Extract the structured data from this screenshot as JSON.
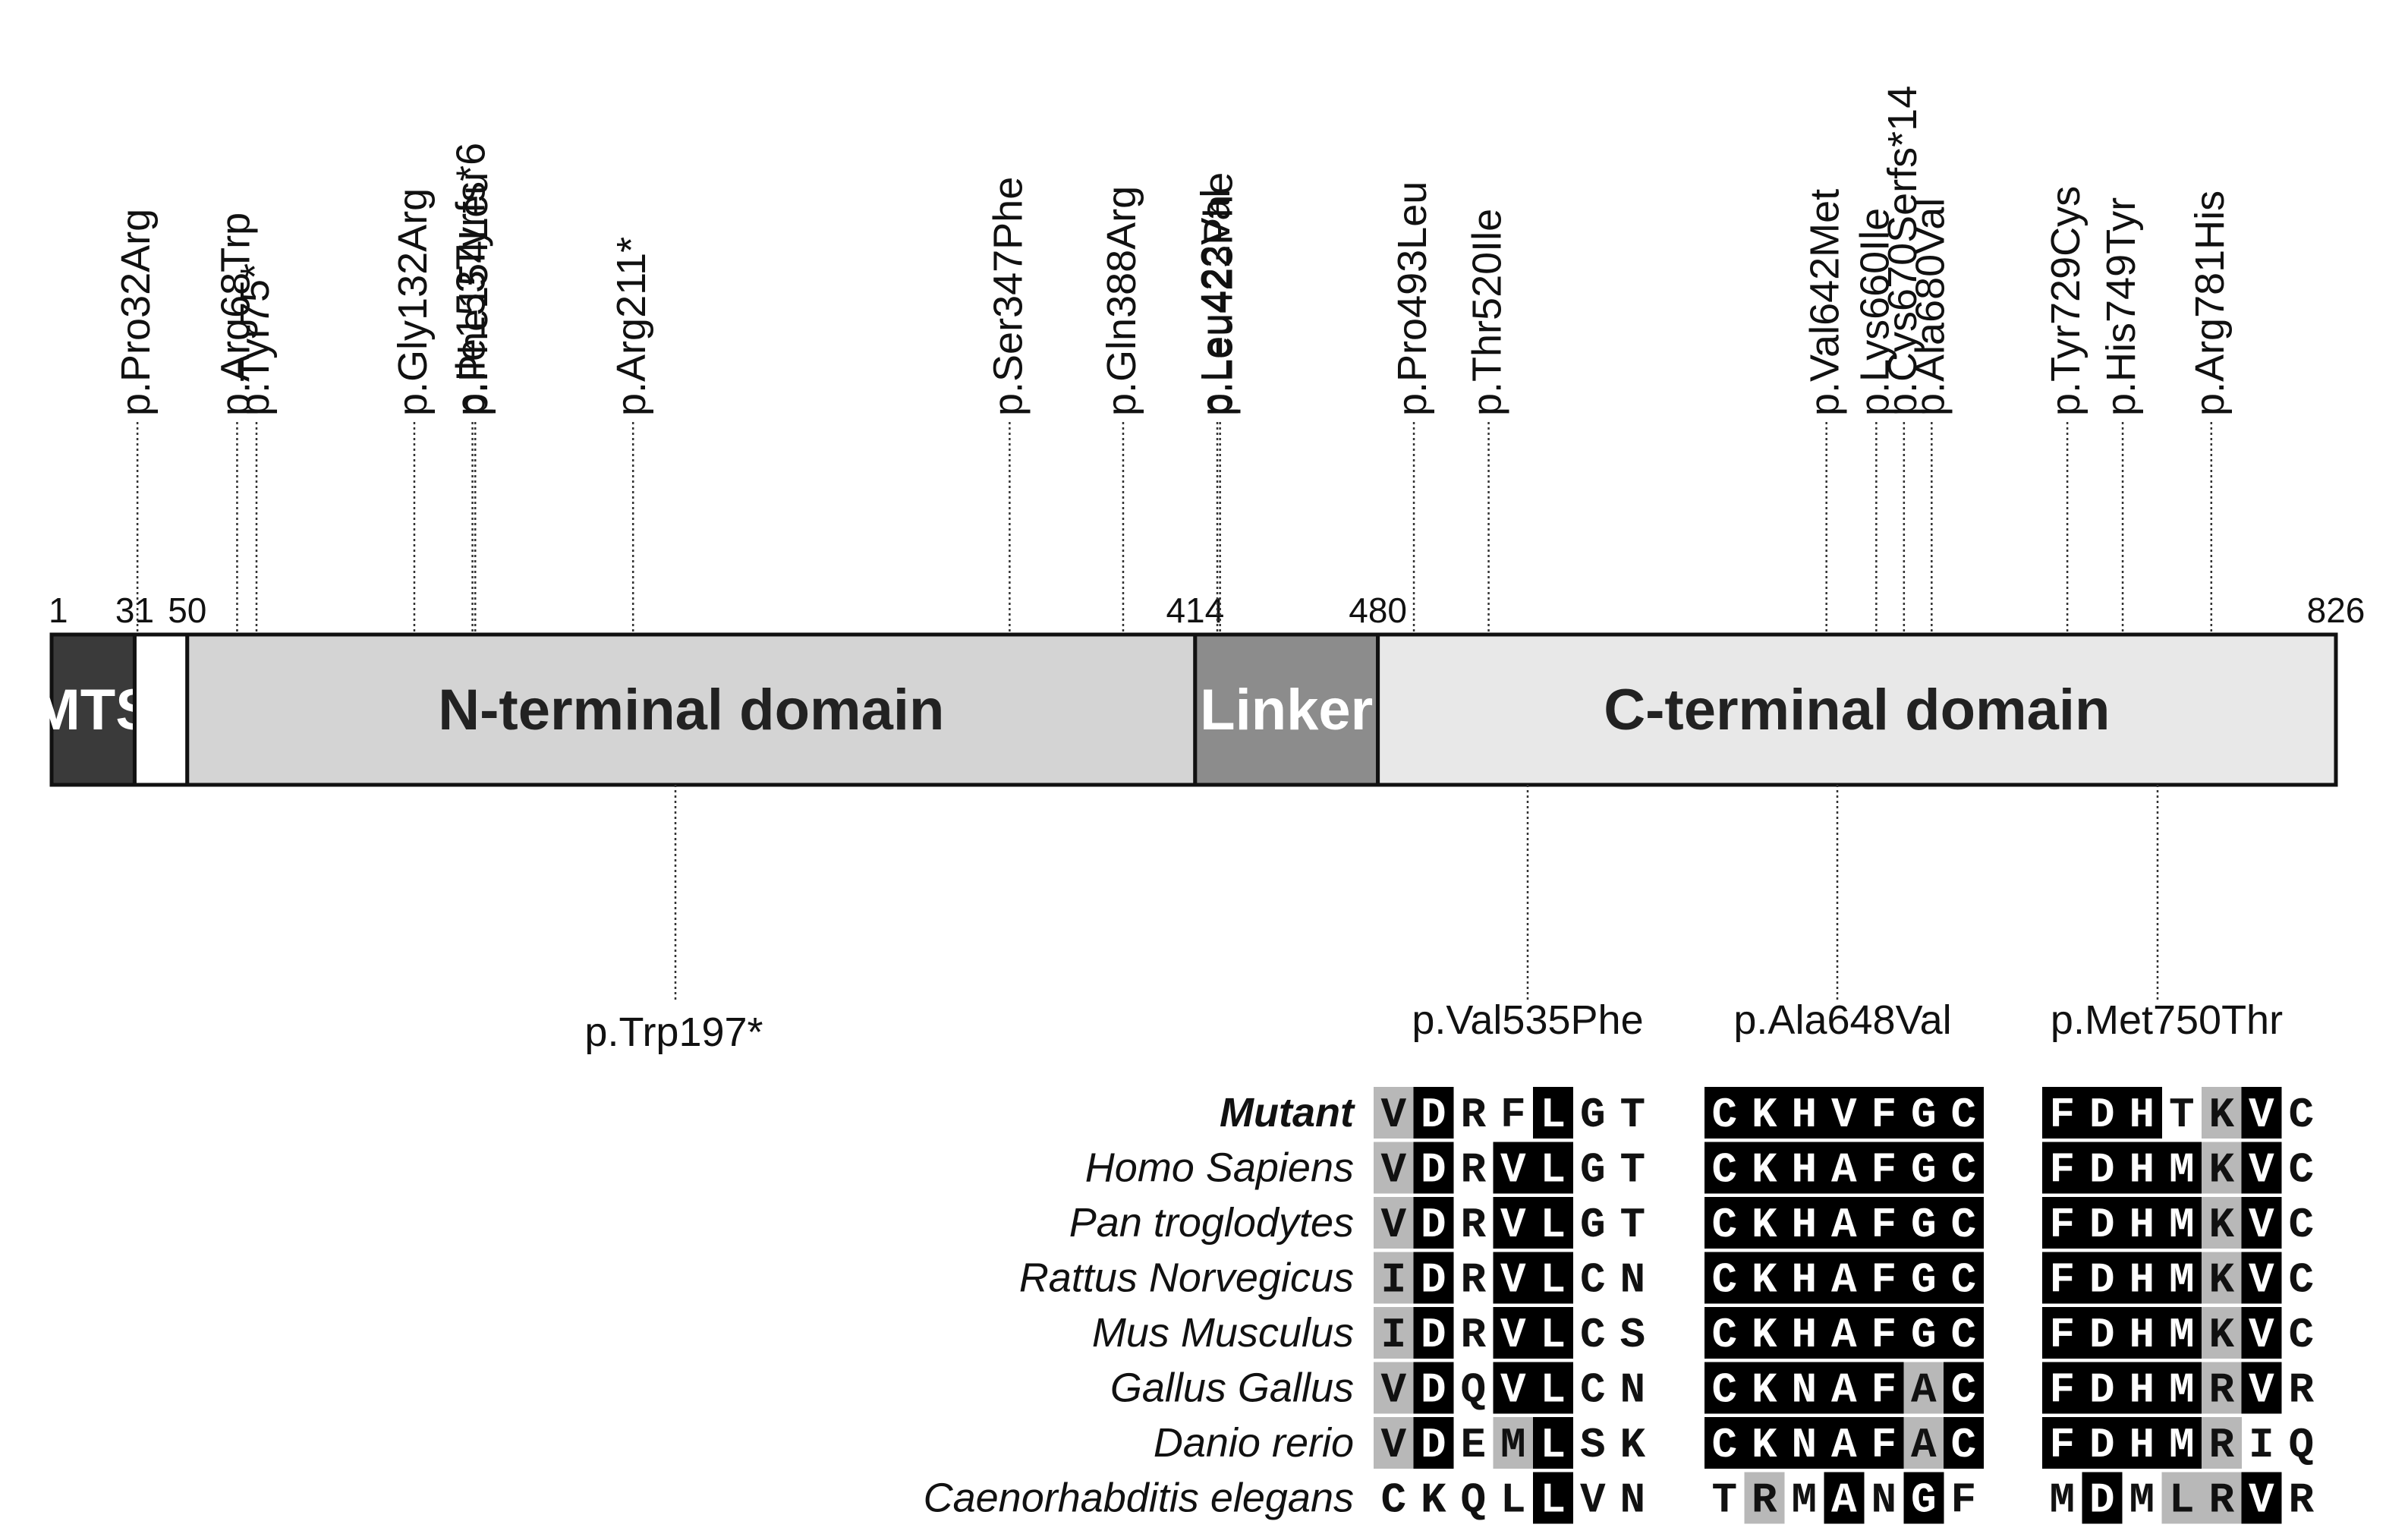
{
  "protein": {
    "length_label": "826",
    "start_label": "1",
    "domains": [
      {
        "id": "mts",
        "label": "MTS",
        "start": 1,
        "end": 31,
        "fill": "#3a3a3a",
        "text_color": "#ffffff"
      },
      {
        "id": "gap",
        "label": "",
        "start": 31,
        "end": 50,
        "fill": "#ffffff",
        "text_color": "#000000"
      },
      {
        "id": "nterm",
        "label": "N-terminal domain",
        "start": 50,
        "end": 414,
        "fill": "#d4d4d4",
        "text_color": "#222222"
      },
      {
        "id": "linker",
        "label": "Linker",
        "start": 414,
        "end": 480,
        "fill": "#8c8c8c",
        "text_color": "#ffffff"
      },
      {
        "id": "cterm",
        "label": "C-terminal domain",
        "start": 480,
        "end": 826,
        "fill": "#e8e8e8",
        "text_color": "#222222"
      }
    ],
    "boundary_labels": [
      {
        "pos": 1,
        "label": "1"
      },
      {
        "pos": 31,
        "label": "31"
      },
      {
        "pos": 50,
        "label": "50"
      },
      {
        "pos": 414,
        "label": "414"
      },
      {
        "pos": 480,
        "label": "480"
      },
      {
        "pos": 826,
        "label": "826"
      }
    ]
  },
  "mutations_top": [
    {
      "pos": 32,
      "label": "p.Pro32Arg"
    },
    {
      "pos": 68,
      "label": "p.Arg68Trp"
    },
    {
      "pos": 75,
      "label": "p.Tyr75*"
    },
    {
      "pos": 132,
      "label": "p.Gly132Arg"
    },
    {
      "pos": 153,
      "label": "p.Ile153Tyrfs*6"
    },
    {
      "pos": 154,
      "label": "p.Phe154Leu"
    },
    {
      "pos": 211,
      "label": "p.Arg211*"
    },
    {
      "pos": 347,
      "label": "p.Ser347Phe"
    },
    {
      "pos": 388,
      "label": "p.Gln388Arg"
    },
    {
      "pos": 422,
      "label": "p.Leu422Val"
    },
    {
      "pos": 423,
      "label": "p.Leu423Phe"
    },
    {
      "pos": 493,
      "label": "p.Pro493Leu"
    },
    {
      "pos": 520,
      "label": "p.Thr520Ile"
    },
    {
      "pos": 642,
      "label": "p.Val642Met"
    },
    {
      "pos": 660,
      "label": "p.Lys660Ile"
    },
    {
      "pos": 670,
      "label": "p.Cys670Serfs*14"
    },
    {
      "pos": 680,
      "label": "p.Ala680Val"
    },
    {
      "pos": 729,
      "label": "p.Tyr729Cys"
    },
    {
      "pos": 749,
      "label": "p.His749Tyr"
    },
    {
      "pos": 781,
      "label": "p.Arg781His"
    }
  ],
  "mutations_bottom": [
    {
      "pos": 197,
      "label": "p.Trp197*"
    },
    {
      "pos": 535,
      "label": "p.Val535Phe"
    },
    {
      "pos": 648,
      "label": "p.Ala648Val"
    },
    {
      "pos": 750,
      "label": "p.Met750Thr"
    }
  ],
  "alignment": {
    "species": [
      "Mutant",
      "Homo Sapiens",
      "Pan troglodytes",
      "Rattus Norvegicus",
      "Mus Musculus",
      "Gallus Gallus",
      "Danio rerio",
      "Caenorhabditis elegans"
    ],
    "blocks": [
      {
        "title": "p.Val535Phe",
        "rows": [
          "VDRFLGT",
          "VDRVLGT",
          "VDRVLGT",
          "IDRVLCN",
          "IDRVLCS",
          "VDQVLCN",
          "VDEMLSK",
          "CKQLLVN"
        ],
        "shading": [
          "GKWWKWW",
          "GKWKKWW",
          "GKWKKWW",
          "GKWKKWW",
          "GKWKKWW",
          "GKWKKWW",
          "GKWGKWW",
          "WWWWKWW"
        ]
      },
      {
        "title": "p.Ala648Val",
        "rows": [
          "CKHVFGC",
          "CKHAFGC",
          "CKHAFGC",
          "CKHAFGC",
          "CKHAFGC",
          "CKNAFAC",
          "CKNAFAC",
          "TRMANGF"
        ],
        "shading": [
          "KKKKKKK",
          "KKKKKKK",
          "KKKKKKK",
          "KKKKKKK",
          "KKKKKKK",
          "KKKKKGK",
          "KKKKKGK",
          "WGWKWKW"
        ]
      },
      {
        "title": "p.Met750Thr",
        "rows": [
          "FDHTKVC",
          "FDHMKVC",
          "FDHMKVC",
          "FDHMKVC",
          "FDHMKVC",
          "FDHMRVR",
          "FDHMRIQ",
          "MDMLRVR"
        ],
        "shading": [
          "KKKWGKW",
          "KKKKGKW",
          "KKKKGKW",
          "KKKKGKW",
          "KKKKGKW",
          "KKKKGKW",
          "KKKKGWW",
          "WKWGGKW"
        ]
      }
    ]
  }
}
